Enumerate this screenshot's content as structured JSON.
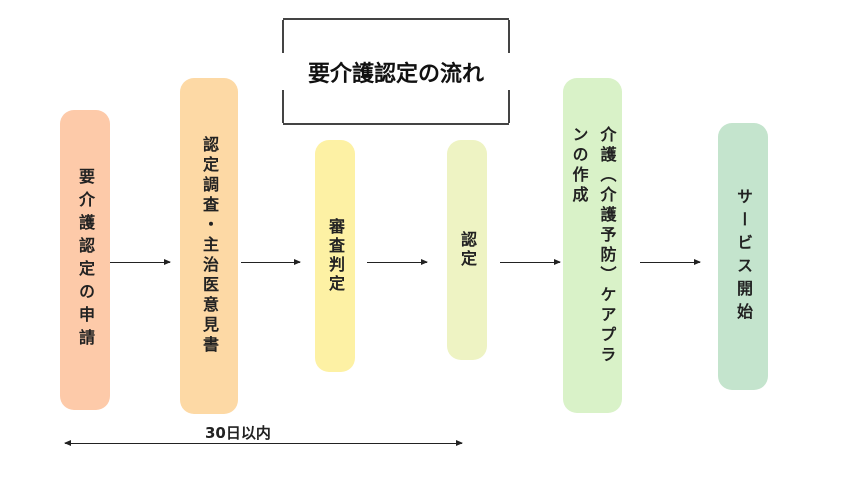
{
  "title": "要介護認定の流れ",
  "steps": [
    {
      "label": "要介護認定の申請",
      "color": "#fdcaa9"
    },
    {
      "label": "認定調査・主治医意見書",
      "color": "#fdd9a5"
    },
    {
      "label": "審査判定",
      "color": "#fdf1a4"
    },
    {
      "label": "認定",
      "color": "#eef3c3"
    },
    {
      "label": "介護（介護予防）ケアプランの作成",
      "color": "#d9f2c8"
    },
    {
      "label": "サービス開始",
      "color": "#c4e4cd"
    }
  ],
  "period_label": "30日以内"
}
